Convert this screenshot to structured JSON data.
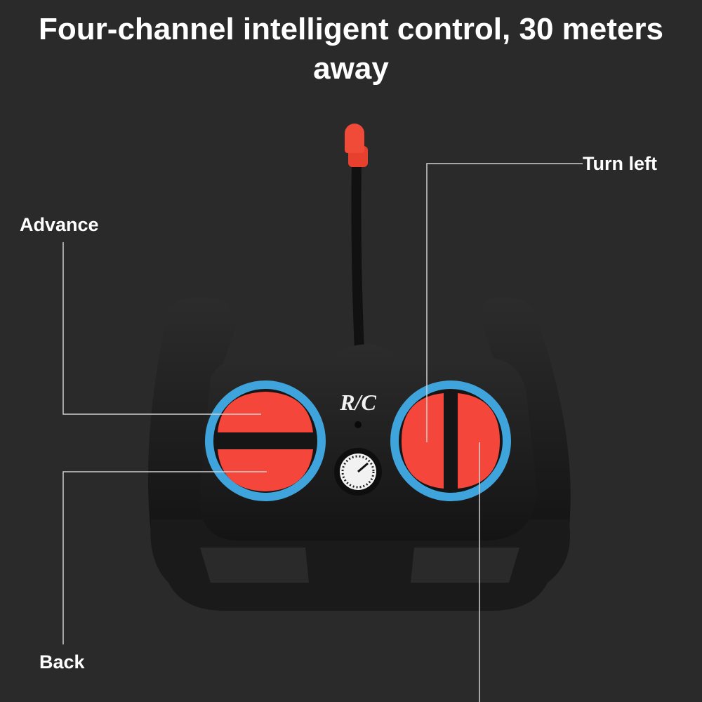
{
  "title": "Four-channel intelligent control, 30 meters away",
  "labels": {
    "advance": "Advance",
    "turn_left": "Turn left",
    "back": "Back"
  },
  "remote": {
    "logo": "R/C"
  },
  "colors": {
    "background": "#2a2a2a",
    "button_red": "#f4463a",
    "ring_blue": "#3fa4dc",
    "body": "#1c1c1c"
  }
}
